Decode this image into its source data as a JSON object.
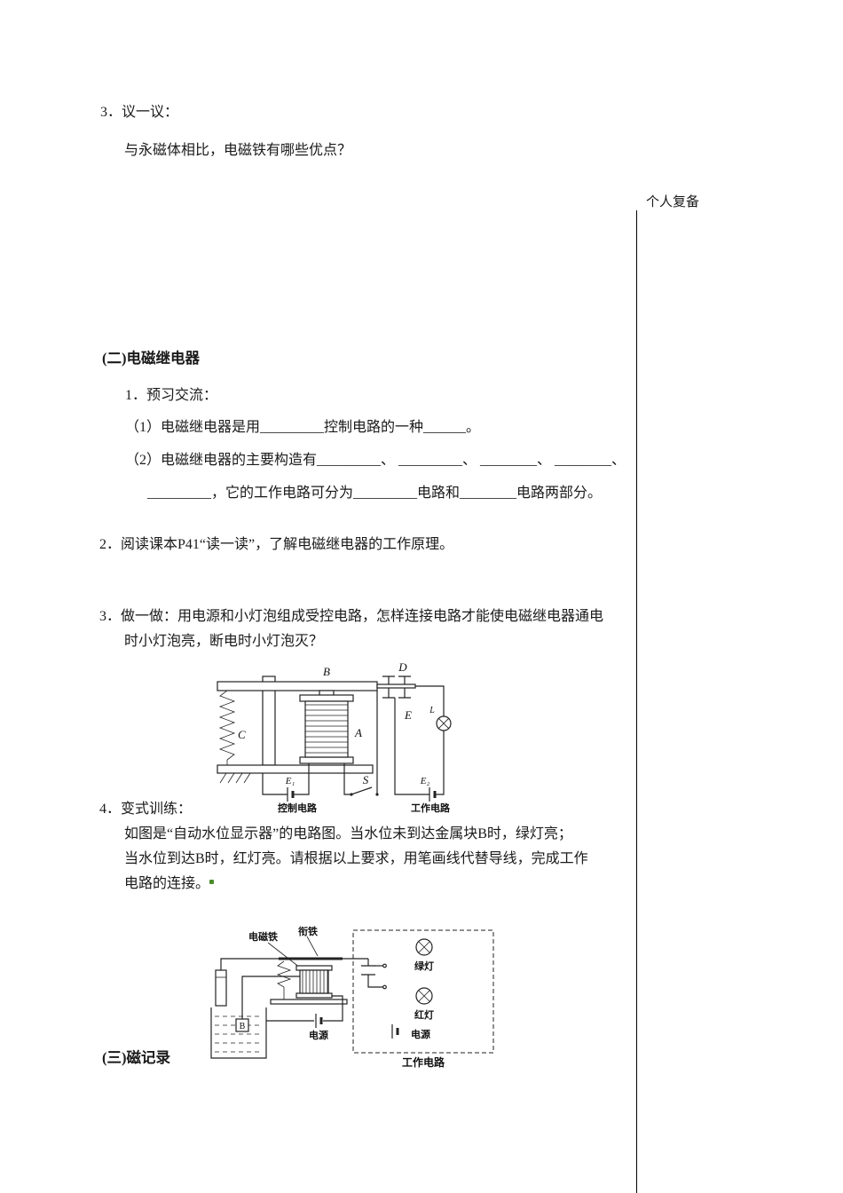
{
  "page": {
    "side_note": "个人复备"
  },
  "item3": {
    "heading": "3．议一议：",
    "question": "与永磁体相比，电磁铁有哪些优点？"
  },
  "relay_section": {
    "title": "(二)电磁继电器",
    "q1_heading": "1．预习交流：",
    "q1_line1": "（1）电磁继电器是用_________控制电路的一种______。",
    "q1_line2": "（2）电磁继电器的主要构造有_________、 _________、 ________、 ________、",
    "q1_line3": "_________，它的工作电路可分为_________电路和________电路两部分。",
    "q2": "2．阅读课本P41“读一读”，了解电磁继电器的工作原理。",
    "q3_line1": "3．做一做：用电源和小灯泡组成受控电路，怎样连接电路才能使电磁继电器通电",
    "q3_line2": "时小灯泡亮，断电时小灯泡灭？",
    "q4_heading": "4．变式训练：",
    "q4_line1": "如图是“自动水位显示器”的电路图。当水位未到达金属块B时，绿灯亮；",
    "q4_line2": "当水位到达B时，红灯亮。请根据以上要求，用笔画线代替导线，完成工作",
    "q4_line3": "电路的连接。"
  },
  "relay_diagram": {
    "label_b": "B",
    "label_d": "D",
    "label_c": "C",
    "label_a": "A",
    "label_e": "E",
    "label_l": "L",
    "battery1": "E₁",
    "switch": "S",
    "control_circuit": "控制电路",
    "battery2": "E₂",
    "working_circuit": "工作电路"
  },
  "water_diagram": {
    "electromagnet": "电磁铁",
    "armature": "衔铁",
    "block": "B",
    "green_lamp": "绿灯",
    "red_lamp": "红灯",
    "power_left": "电源",
    "power_box": "电源",
    "working_circuit": "工作电路"
  },
  "magnetic_section": {
    "title": "(三)磁记录"
  }
}
